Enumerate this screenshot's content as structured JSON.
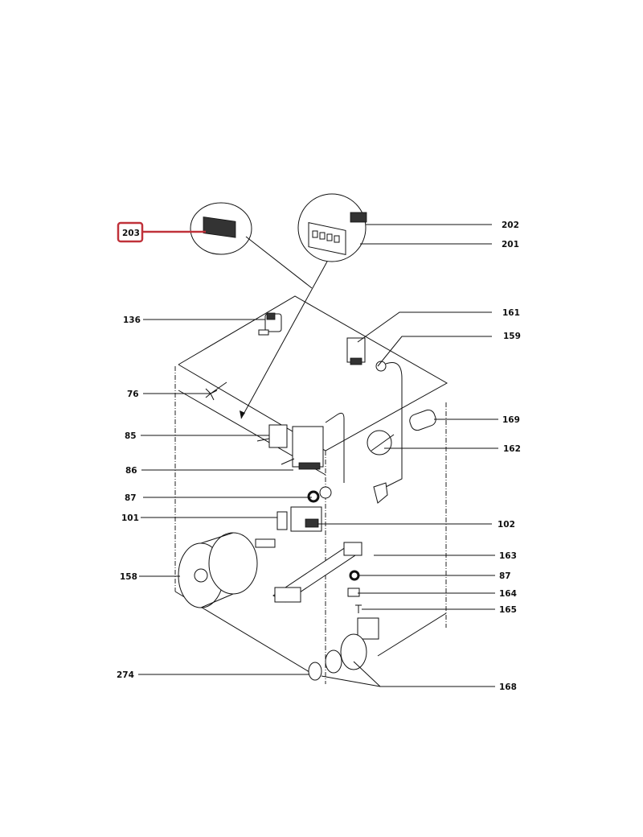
{
  "diagram": {
    "highlight_color": "#c0323a",
    "highlighted_part": "203",
    "labels": {
      "p203": "203",
      "p202": "202",
      "p201": "201",
      "p136": "136",
      "p161": "161",
      "p159": "159",
      "p76": "76",
      "p85": "85",
      "p86": "86",
      "p87a": "87",
      "p101": "101",
      "p102": "102",
      "p169": "169",
      "p162": "162",
      "p163": "163",
      "p87b": "87",
      "p164": "164",
      "p165": "165",
      "p158": "158",
      "p274": "274",
      "p168": "168"
    }
  }
}
